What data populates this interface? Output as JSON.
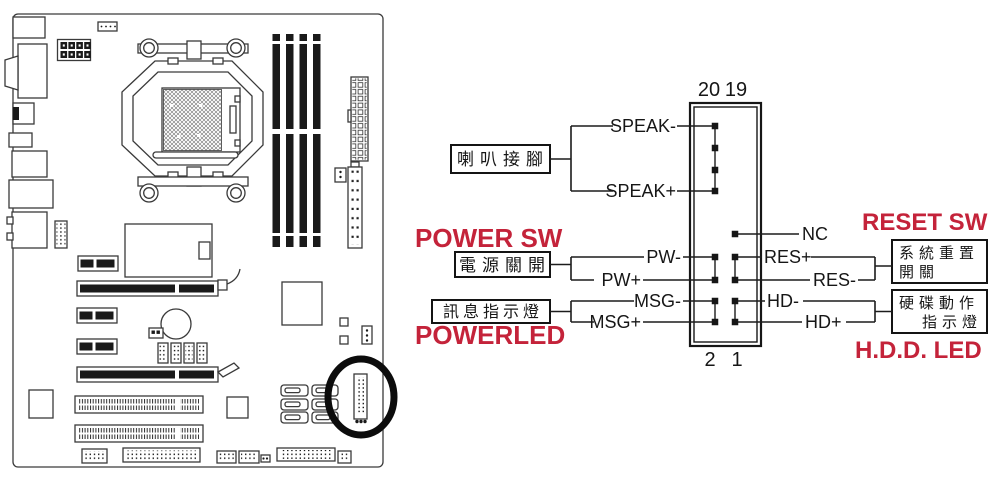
{
  "colors": {
    "accent_red": "#c4233a",
    "line_black": "#1c1c1c",
    "background": "#ffffff"
  },
  "fp_header": {
    "pin_top_left": "20",
    "pin_top_right": "19",
    "pin_bottom_left": "2",
    "pin_bottom_right": "1"
  },
  "speaker": {
    "box_label": "喇叭接腳",
    "pin_minus": "SPEAK-",
    "pin_plus": "SPEAK+"
  },
  "power_switch": {
    "title": "POWER SW",
    "box_label": "電源關開",
    "pin_minus": "PW-",
    "pin_plus": "PW+"
  },
  "power_led": {
    "title": "POWERLED",
    "box_label": "訊息指示燈",
    "pin_minus": "MSG-",
    "pin_plus": "MSG+"
  },
  "nc": {
    "label": "NC"
  },
  "reset_switch": {
    "title": "RESET SW",
    "box_label_line1": "系統重置",
    "box_label_line2": "開關",
    "pin_plus": "RES+",
    "pin_minus": "RES-"
  },
  "hdd_led": {
    "title": "H.D.D. LED",
    "box_label_line1": "硬碟動作",
    "box_label_line2": "指示燈",
    "pin_minus": "HD-",
    "pin_plus": "HD+"
  }
}
